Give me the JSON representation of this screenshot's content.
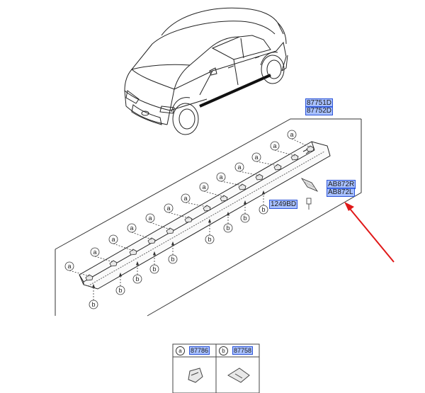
{
  "part_labels": {
    "moulding_lh": "87751D",
    "moulding_rh": "87752D",
    "garnish_r": "AB872R",
    "garnish_l": "AB872L",
    "screw": "1249BD"
  },
  "callouts": {
    "a": "a",
    "b": "b"
  },
  "legend": [
    {
      "letter": "a",
      "part_number": "87786"
    },
    {
      "letter": "b",
      "part_number": "87758"
    }
  ],
  "colors": {
    "highlight": "#6a8cff",
    "arrow": "#e01818"
  },
  "icons": [
    "car-icon",
    "side-sill-moulding-icon",
    "clip-icon",
    "arrow-icon"
  ]
}
